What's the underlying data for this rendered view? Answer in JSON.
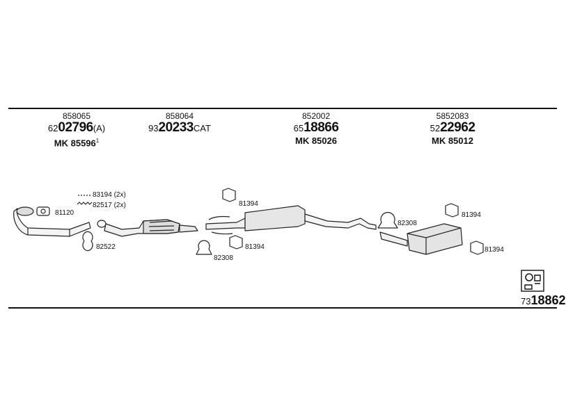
{
  "columns": [
    {
      "ref": "858065",
      "pn_prefix": "62",
      "pn_main": "02796",
      "pn_suffix": "(A)",
      "mk": "MK 85596",
      "mk_note": "1"
    },
    {
      "ref": "858064",
      "pn_prefix": "93",
      "pn_main": "20233",
      "pn_suffix": "CAT",
      "mk": "",
      "mk_note": ""
    },
    {
      "ref": "852002",
      "pn_prefix": "65",
      "pn_main": "18866",
      "pn_suffix": "",
      "mk": "MK 85026",
      "mk_note": ""
    },
    {
      "ref": "5852083",
      "pn_prefix": "52",
      "pn_main": "22962",
      "pn_suffix": "",
      "mk": "MK 85012",
      "mk_note": ""
    }
  ],
  "parts": {
    "p83194": "83194 (2x)",
    "p82517": "82517 (2x)",
    "p81120": "81120",
    "p82522": "82522",
    "p81394_a": "81394",
    "p81394_b": "81394",
    "p82308_a": "82308",
    "p82308_b": "82308",
    "p81394_c": "81394",
    "p81394_d": "81394"
  },
  "kit": {
    "prefix": "73",
    "main": "18862"
  }
}
